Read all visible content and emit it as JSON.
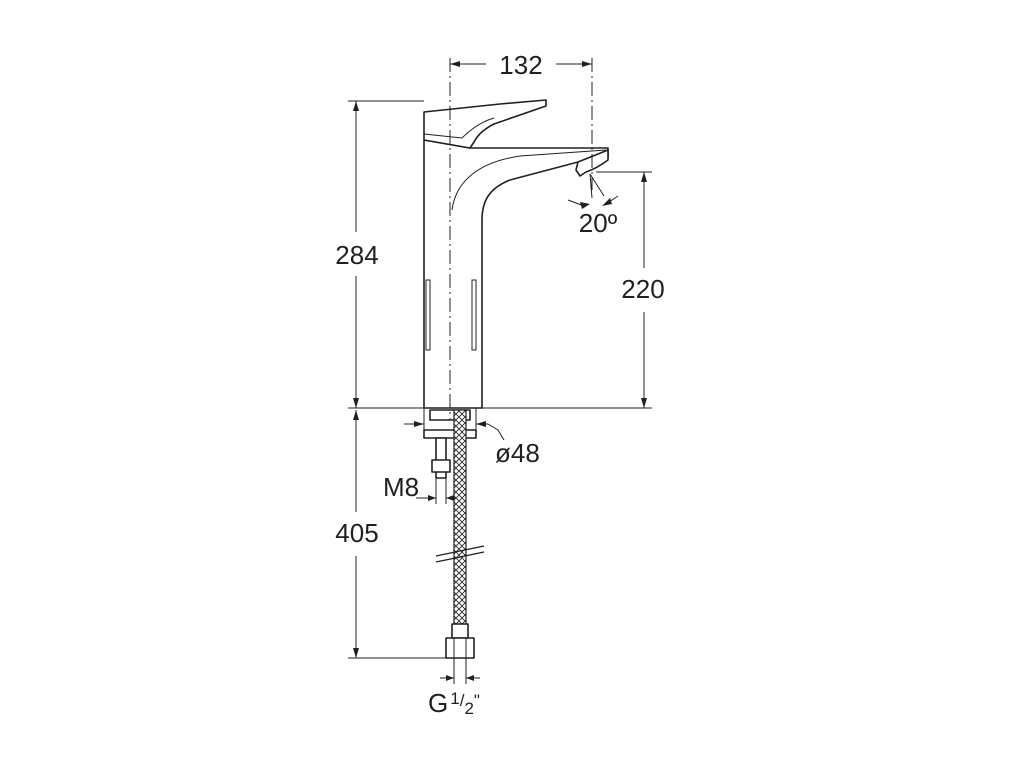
{
  "drawing": {
    "dimensions": {
      "width_top": "132",
      "total_height": "284",
      "spout_height": "220",
      "spout_angle": "20º",
      "base_diameter": "ø48",
      "thread": "M8",
      "hose_length": "405",
      "connection": {
        "prefix": "G",
        "numerator": "1",
        "slash": "/",
        "denominator": "2",
        "suffix": "\""
      }
    },
    "colors": {
      "line": "#231f20",
      "background": "#ffffff"
    }
  }
}
